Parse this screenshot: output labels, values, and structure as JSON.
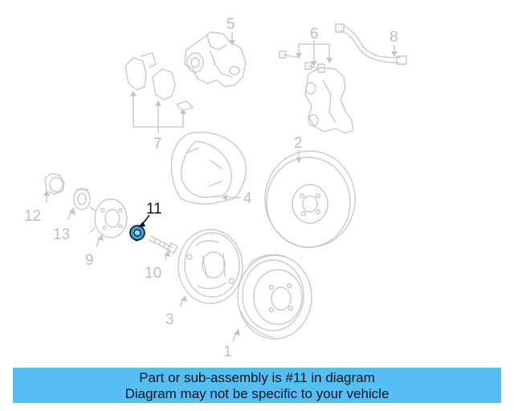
{
  "diagram": {
    "highlight_color": "#2aa8e0",
    "highlighted_callout": "11",
    "callouts": {
      "c1": "1",
      "c2": "2",
      "c3": "3",
      "c4": "4",
      "c5": "5",
      "c6": "6",
      "c7": "7",
      "c8": "8",
      "c9": "9",
      "c10": "10",
      "c11": "11",
      "c12": "12",
      "c13": "13"
    }
  },
  "banner": {
    "line1": "Part or sub-assembly is #11 in diagram",
    "line2": "Diagram may not be specific to your vehicle",
    "color": "#55bff4"
  }
}
